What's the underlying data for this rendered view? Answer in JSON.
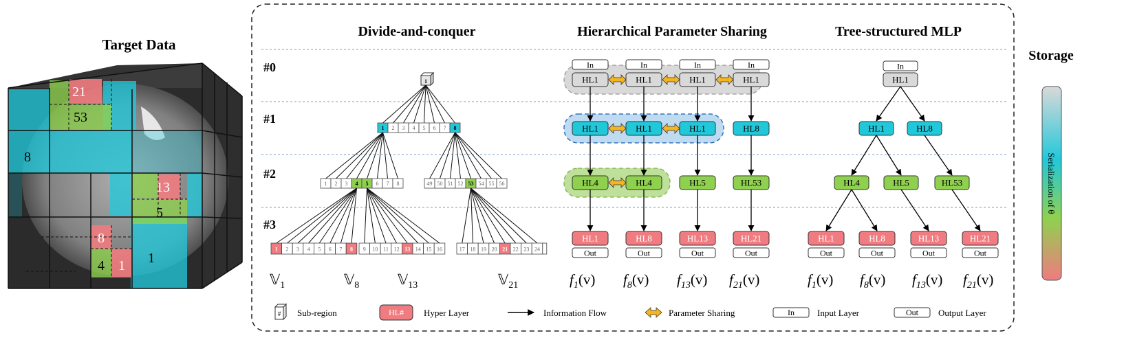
{
  "colors": {
    "gray": "#d9d9d9",
    "cyan": "#21c8da",
    "green": "#8fd14f",
    "red": "#f07b80",
    "arrow_orange": "#f5b520",
    "dashed_border": "#3a72b8"
  },
  "target": {
    "title": "Target Data",
    "cell_labels": [
      "21",
      "53",
      "8",
      "13",
      "5",
      "8",
      "4",
      "1",
      "1"
    ]
  },
  "sections": {
    "divide": "Divide-and-conquer",
    "sharing": "Hierarchical Parameter Sharing",
    "tree": "Tree-structured MLP"
  },
  "levels": [
    "#0",
    "#1",
    "#2",
    "#3"
  ],
  "divide": {
    "root": "1",
    "l1": [
      "1",
      "2",
      "3",
      "4",
      "5",
      "6",
      "7",
      "8"
    ],
    "l2a": [
      "1",
      "2",
      "3",
      "4",
      "5",
      "6",
      "7",
      "8"
    ],
    "l2b": [
      "49",
      "50",
      "51",
      "52",
      "53",
      "54",
      "55",
      "56"
    ],
    "l3a": [
      "1",
      "2",
      "3",
      "4",
      "5",
      "6",
      "7",
      "8"
    ],
    "l3b": [
      "9",
      "10",
      "11",
      "12",
      "13",
      "14",
      "15",
      "16"
    ],
    "l3c": [
      "17",
      "18",
      "19",
      "20",
      "21",
      "22",
      "23",
      "24"
    ],
    "v_labels": [
      {
        "main": "𝕍",
        "sub": "1"
      },
      {
        "main": "𝕍",
        "sub": "8"
      },
      {
        "main": "𝕍",
        "sub": "13"
      },
      {
        "main": "𝕍",
        "sub": "21"
      }
    ]
  },
  "sharing": {
    "in_label": "In",
    "out_label": "Out",
    "row0": [
      "HL1",
      "HL1",
      "HL1",
      "HL1"
    ],
    "row1": [
      "HL1",
      "HL1",
      "HL1",
      "HL8"
    ],
    "row2": [
      "HL4",
      "HL4",
      "HL5",
      "HL53"
    ],
    "row3": [
      "HL1",
      "HL8",
      "HL13",
      "HL21"
    ],
    "f_labels": [
      {
        "main": "f",
        "sub": "1",
        "tail": "(v)"
      },
      {
        "main": "f",
        "sub": "8",
        "tail": "(v)"
      },
      {
        "main": "f",
        "sub": "13",
        "tail": "(v)"
      },
      {
        "main": "f",
        "sub": "21",
        "tail": "(v)"
      }
    ]
  },
  "tree": {
    "in_label": "In",
    "out_label": "Out",
    "root": "HL1",
    "l1": [
      "HL1",
      "HL8"
    ],
    "l2": [
      "HL4",
      "HL5",
      "HL53"
    ],
    "l3": [
      "HL1",
      "HL8",
      "HL13",
      "HL21"
    ],
    "f_labels": [
      {
        "main": "f",
        "sub": "1",
        "tail": "(v)"
      },
      {
        "main": "f",
        "sub": "8",
        "tail": "(v)"
      },
      {
        "main": "f",
        "sub": "13",
        "tail": "(v)"
      },
      {
        "main": "f",
        "sub": "21",
        "tail": "(v)"
      }
    ]
  },
  "storage": {
    "title": "Storage",
    "bar_label": "Serialization of θ"
  },
  "legend": {
    "subregion_icon": "#",
    "subregion": "Sub-region",
    "hyper_icon": "HL#",
    "hyper": "Hyper Layer",
    "flow": "Information Flow",
    "sharing": "Parameter Sharing",
    "in_icon": "In",
    "input": "Input Layer",
    "out_icon": "Out",
    "output": "Output Layer"
  }
}
